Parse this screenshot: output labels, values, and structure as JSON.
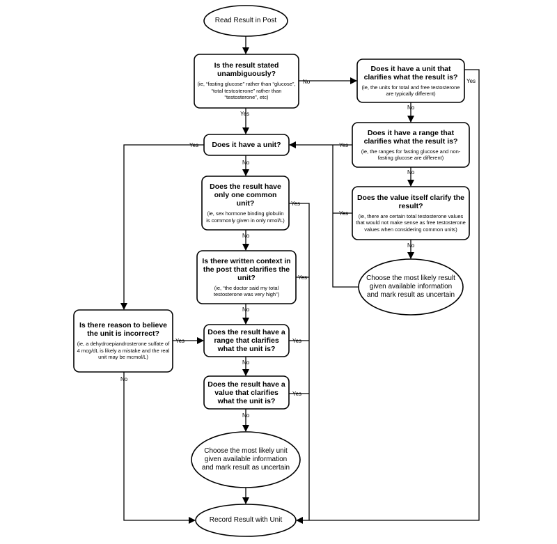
{
  "nodes": {
    "start": {
      "text": "Read Result in Post"
    },
    "stated": {
      "title": "Is the result stated unambiguously?",
      "note": "(ie, “fasting glucose” rather than “glucose”, “total testosterone” rather than “testosterone”, etc)"
    },
    "has_unit": {
      "title": "Does it have a unit?"
    },
    "one_unit": {
      "title": "Does the result have only one common unit?",
      "note": "(ie, sex hormone binding globulin is commonly given in only nmol/L)"
    },
    "context": {
      "title": "Is there written context in the post that clarifies the unit?",
      "note": "(ie, “the doctor said my total testosterone was very high”)"
    },
    "range_unit": {
      "title": "Does the result have a range that clarifies what the unit is?"
    },
    "value_unit": {
      "title": "Does the result have a value that clarifies what the unit is?"
    },
    "choose_unit": {
      "text": "Choose the most likely unit given available information and mark result as uncertain"
    },
    "record": {
      "text": "Record Result with Unit"
    },
    "incorrect": {
      "title": "Is there reason to believe the unit is incorrect?",
      "note": "(ie, a dehydroepiandrosterone sulfate of 4 mcg/dL is likely a mistake and the real unit may be mcmol/L)"
    },
    "clar_unit": {
      "title": "Does it have a unit that clarifies what the result is?",
      "note": "(ie, the units for total and free testosterone are typically different)"
    },
    "clar_range": {
      "title": "Does it have a range that clarifies what the result is?",
      "note": "(ie, the ranges for fasting glucose and non-fasting glucose are different)"
    },
    "clar_value": {
      "title": "Does the value itself clarify the result?",
      "note": "(ie, there are certain total testosterone values that would not make sense as free testosterone values when considering common units)"
    },
    "choose_result": {
      "text": "Choose the most likely result given available information and mark result as uncertain"
    }
  },
  "edge_labels": {
    "stated_no": "No",
    "stated_yes": "Yes",
    "has_unit_yes": "Yes",
    "has_unit_no": "No",
    "one_unit_yes": "Yes",
    "one_unit_no": "No",
    "context_yes": "Yes",
    "context_no": "No",
    "range_unit_yes": "Yes",
    "range_unit_no": "No",
    "value_unit_yes": "Yes",
    "value_unit_no": "No",
    "incorrect_yes": "Yes",
    "incorrect_no": "No",
    "clar_unit_yes": "Yes",
    "clar_unit_no": "No",
    "clar_range_yes": "Yes",
    "clar_range_no": "No",
    "clar_value_yes": "Yes",
    "clar_value_no": "No"
  }
}
